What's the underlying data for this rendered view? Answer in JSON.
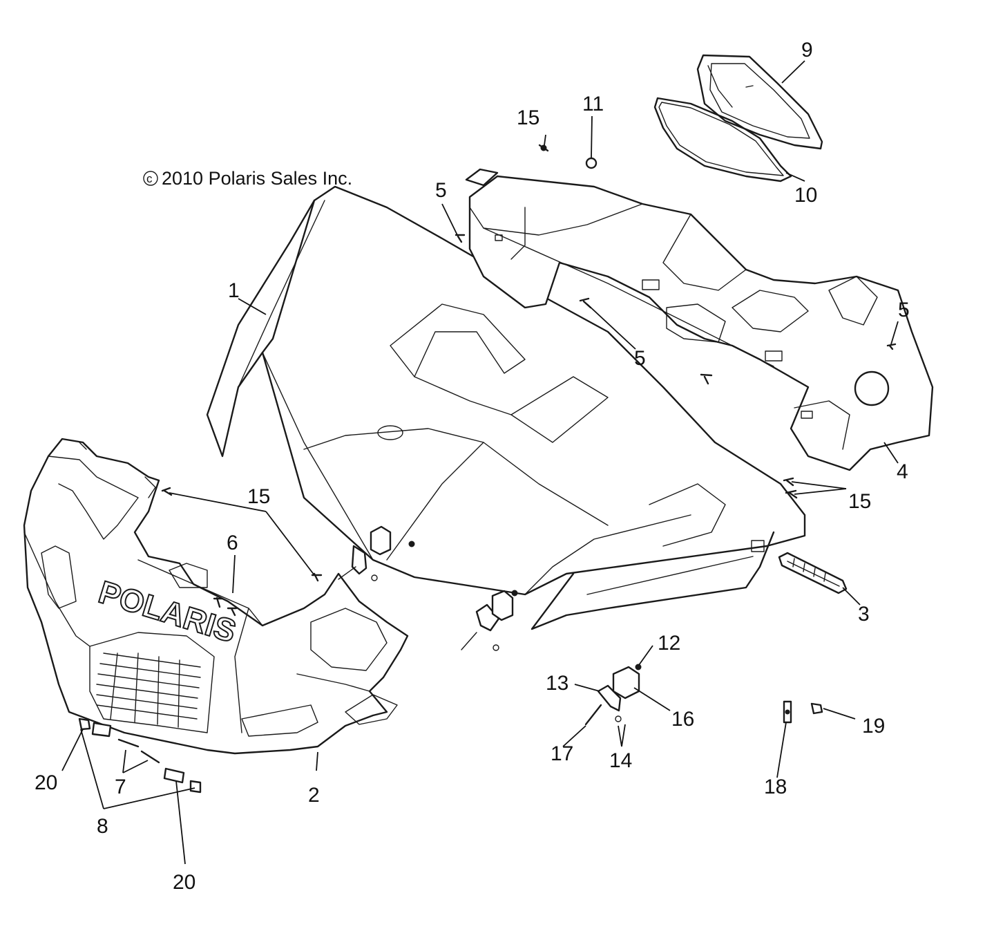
{
  "diagram": {
    "copyright": {
      "symbol": "c",
      "text": "2010 Polaris Sales Inc."
    },
    "grille_logo": "POLARIS",
    "callouts": {
      "c1": "1",
      "c2": "2",
      "c3": "3",
      "c4": "4",
      "c5a": "5",
      "c5b": "5",
      "c5c": "5",
      "c6": "6",
      "c7": "7",
      "c8": "8",
      "c9": "9",
      "c10": "10",
      "c11": "11",
      "c12": "12",
      "c13": "13",
      "c14": "14",
      "c15a": "15",
      "c15b": "15",
      "c15c": "15",
      "c16": "16",
      "c17": "17",
      "c18": "18",
      "c19": "19",
      "c20a": "20",
      "c20b": "20"
    }
  }
}
